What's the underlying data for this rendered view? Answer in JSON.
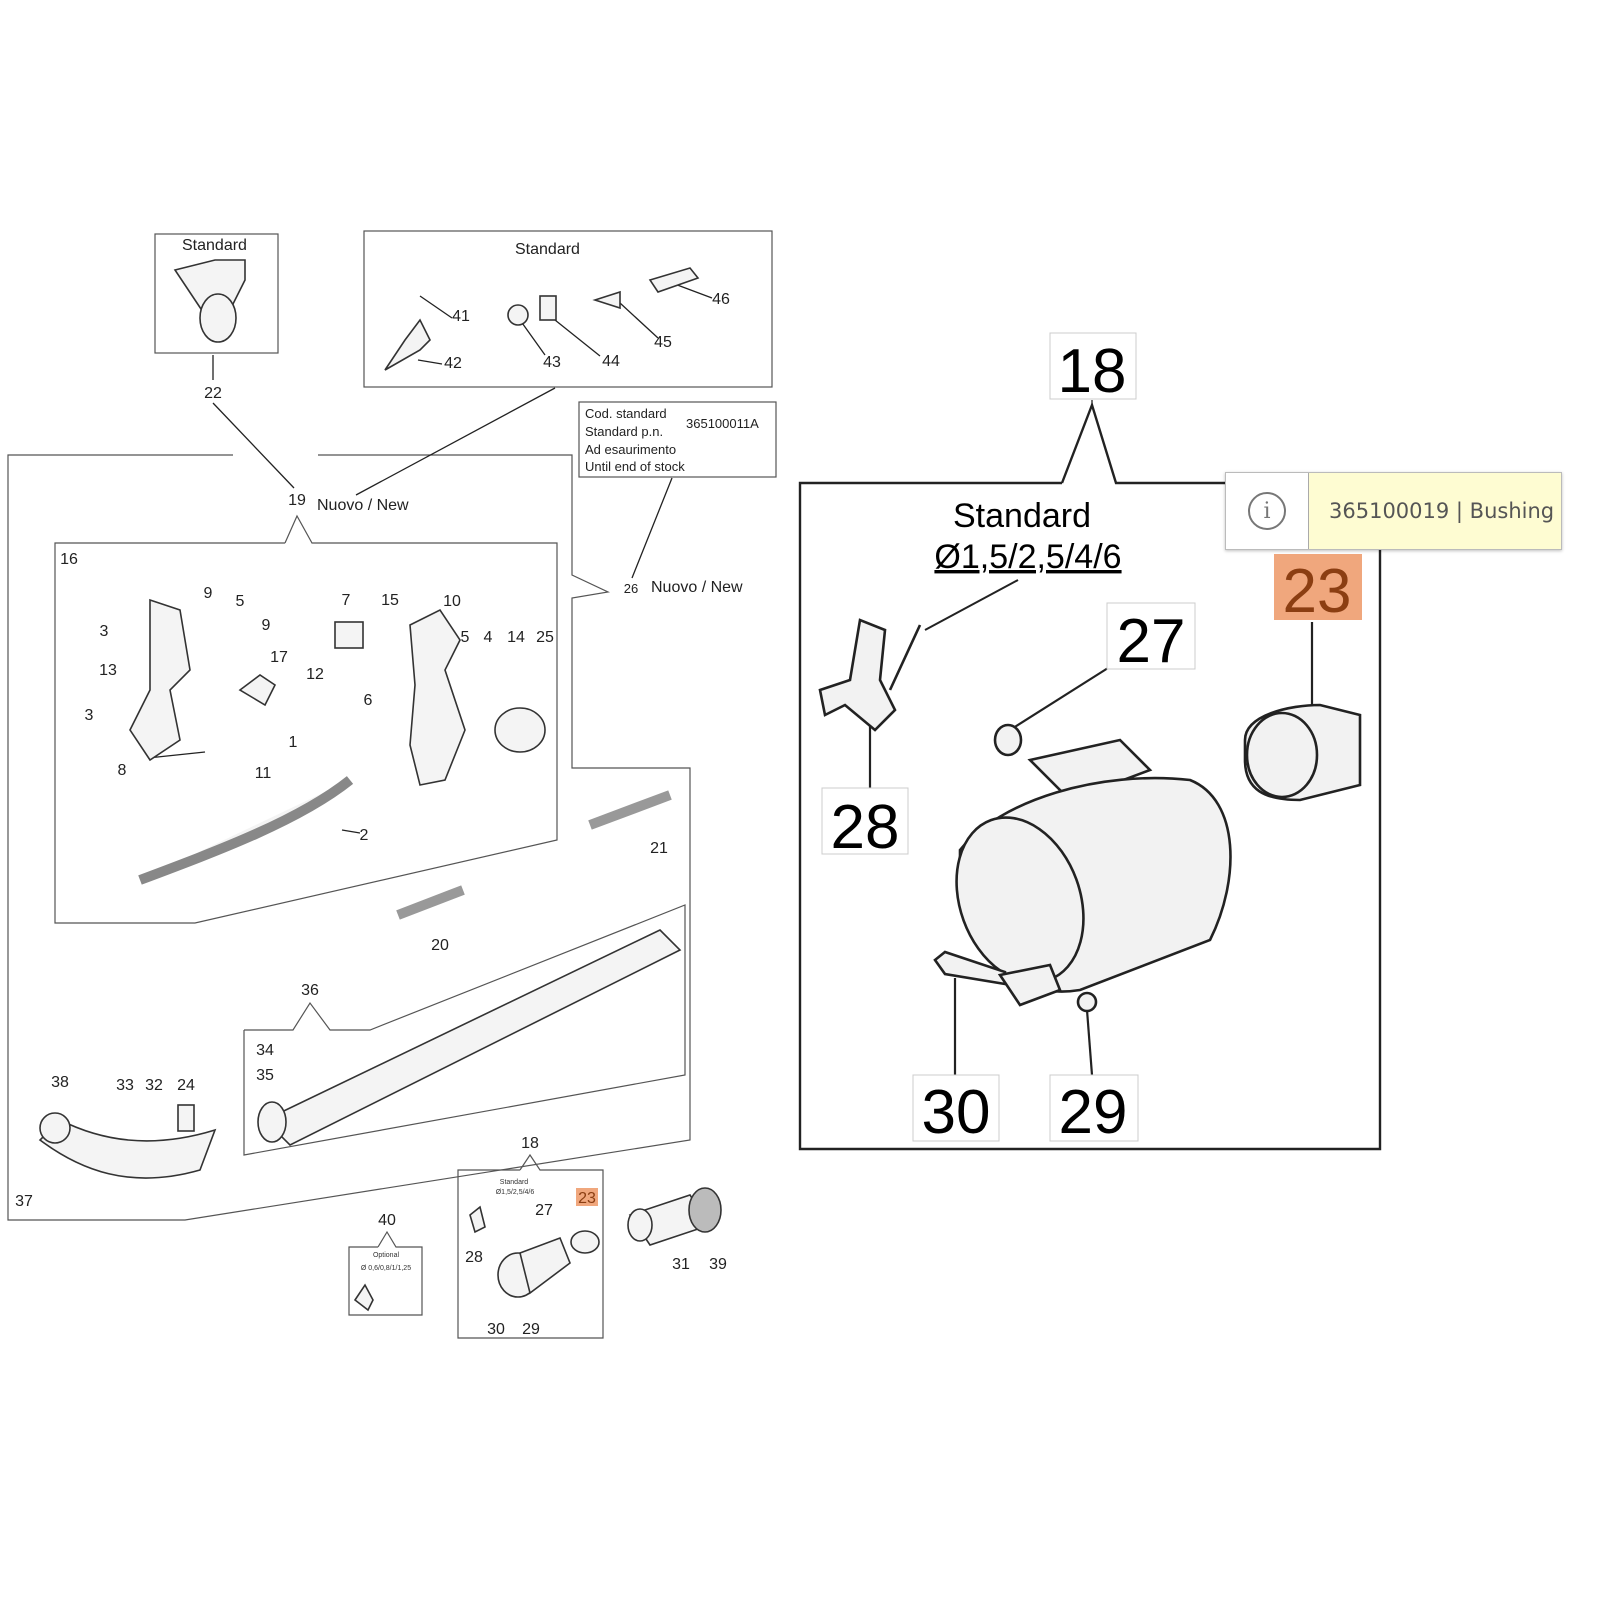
{
  "tooltip": {
    "icon": "info-icon",
    "text": "365100019 | Bushing"
  },
  "highlight_color": "#f0a77d",
  "labels": {
    "standard": "Standard",
    "nuovo_new": "Nuovo / New",
    "cod_lines": [
      "Cod. standard",
      "Standard p.n.",
      "Ad esaurimento",
      "Until end of stock"
    ],
    "cod_value": "365100011A",
    "diameter_std": "Ø1,5/2,5/4/6",
    "optional": "Optional",
    "diameter_opt": "Ø 0,6/0,8/1/1,25"
  },
  "callouts": [
    "22",
    "41",
    "42",
    "43",
    "44",
    "45",
    "46",
    "19",
    "26",
    "16",
    "9",
    "5",
    "9",
    "7",
    "15",
    "10",
    "3",
    "13",
    "17",
    "12",
    "6",
    "5",
    "4",
    "14",
    "25",
    "3",
    "1",
    "8",
    "11",
    "2",
    "21",
    "20",
    "36",
    "34",
    "35",
    "38",
    "33",
    "32",
    "24",
    "37",
    "18",
    "27",
    "23",
    "28",
    "30",
    "29",
    "31",
    "39",
    "40"
  ],
  "detail_callouts": [
    "18",
    "27",
    "23",
    "28",
    "30",
    "29"
  ]
}
